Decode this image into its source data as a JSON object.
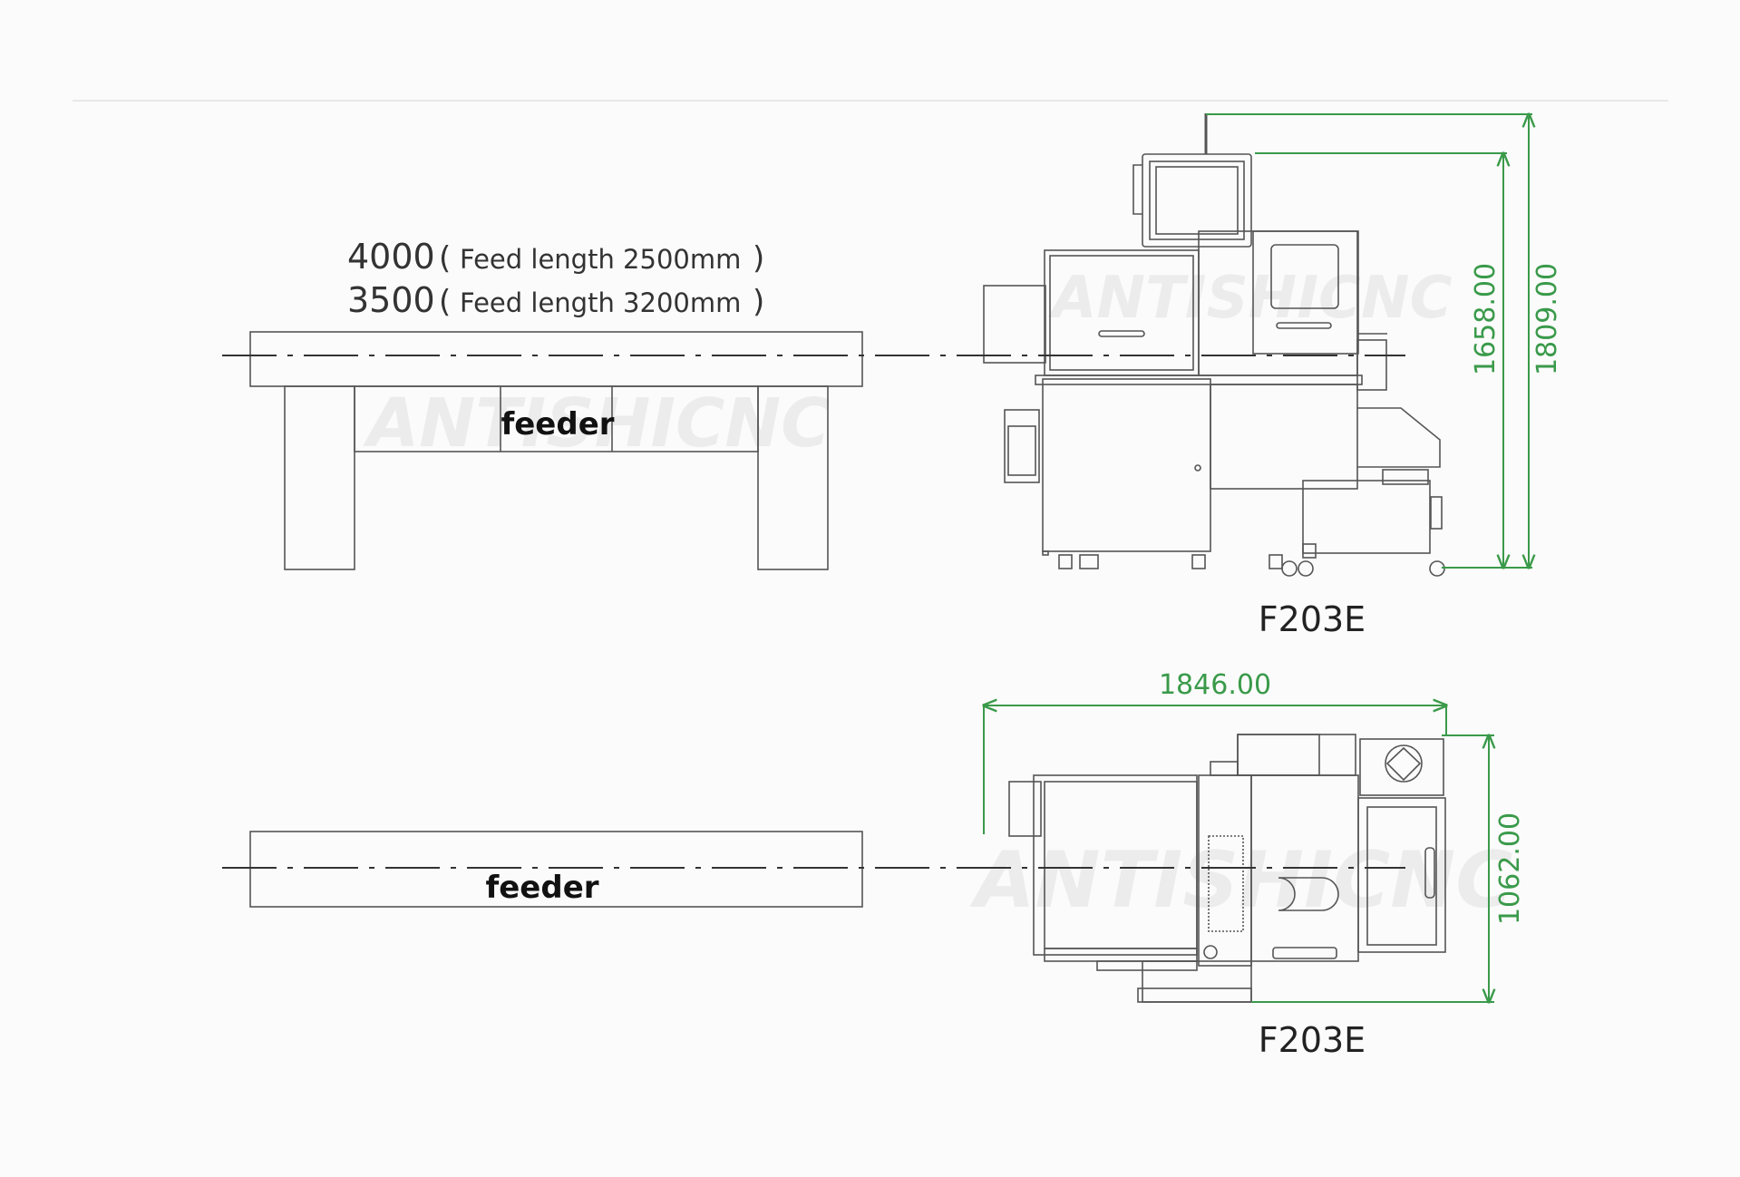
{
  "feeder_spec": {
    "line1_value": "4000",
    "line1_open": "(",
    "line1_note": "Feed length 2500mm",
    "line1_close": ")",
    "line2_value": "3500",
    "line2_open": "(",
    "line2_note": "Feed length 3200mm",
    "line2_close": ")"
  },
  "side_view": {
    "feeder_label": "feeder",
    "model_label": "F203E",
    "dim_height_inner": "1658.00",
    "dim_height_outer": "1809.00"
  },
  "top_view": {
    "feeder_label": "feeder",
    "model_label": "F203E",
    "dim_length": "1846.00",
    "dim_width": "1062.00"
  },
  "watermark": {
    "text": "ANTISHICNC"
  },
  "colors": {
    "line": "#555555",
    "dimension": "#3a9a4a",
    "text": "#111111",
    "background": "#fbfbfb"
  }
}
